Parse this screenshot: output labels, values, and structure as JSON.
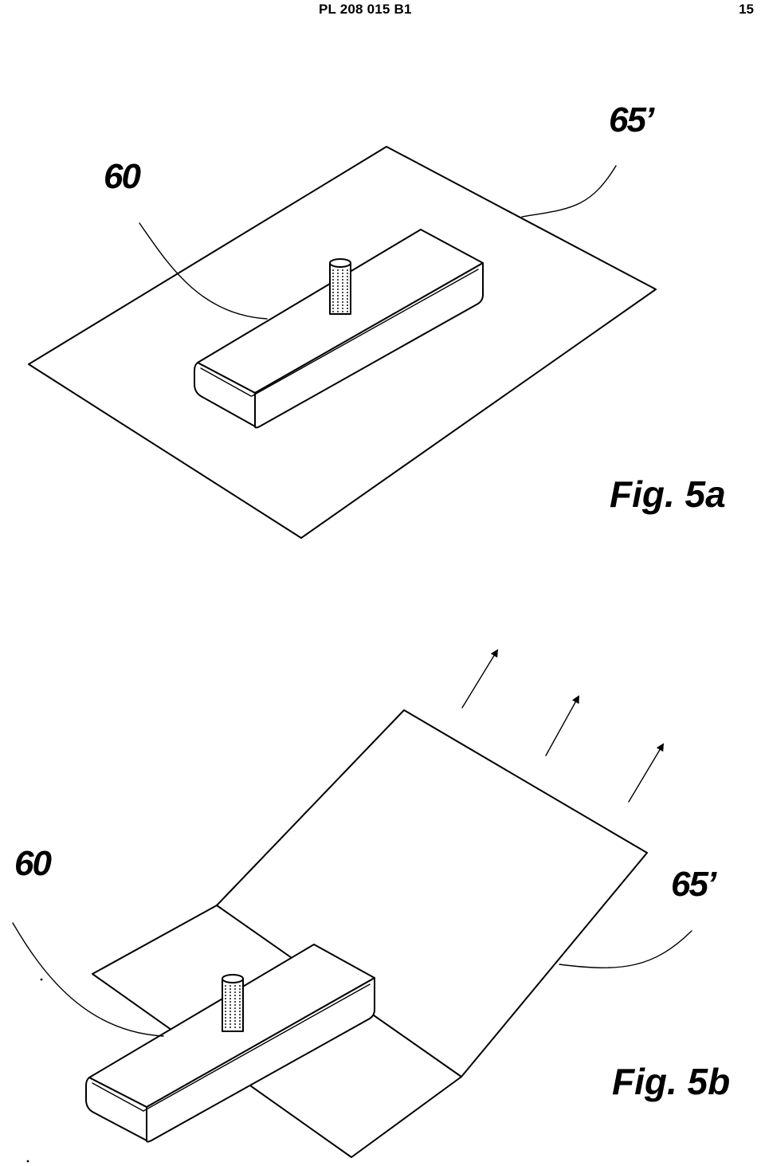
{
  "header": {
    "doc_id": "PL 208 015 B1",
    "page_number": "15"
  },
  "figures": [
    {
      "caption": "Fig. 5a",
      "labels": {
        "magnet": "60",
        "sheet": "65’"
      }
    },
    {
      "caption": "Fig. 5b",
      "labels": {
        "magnet": "60",
        "sheet": "65’"
      }
    }
  ]
}
